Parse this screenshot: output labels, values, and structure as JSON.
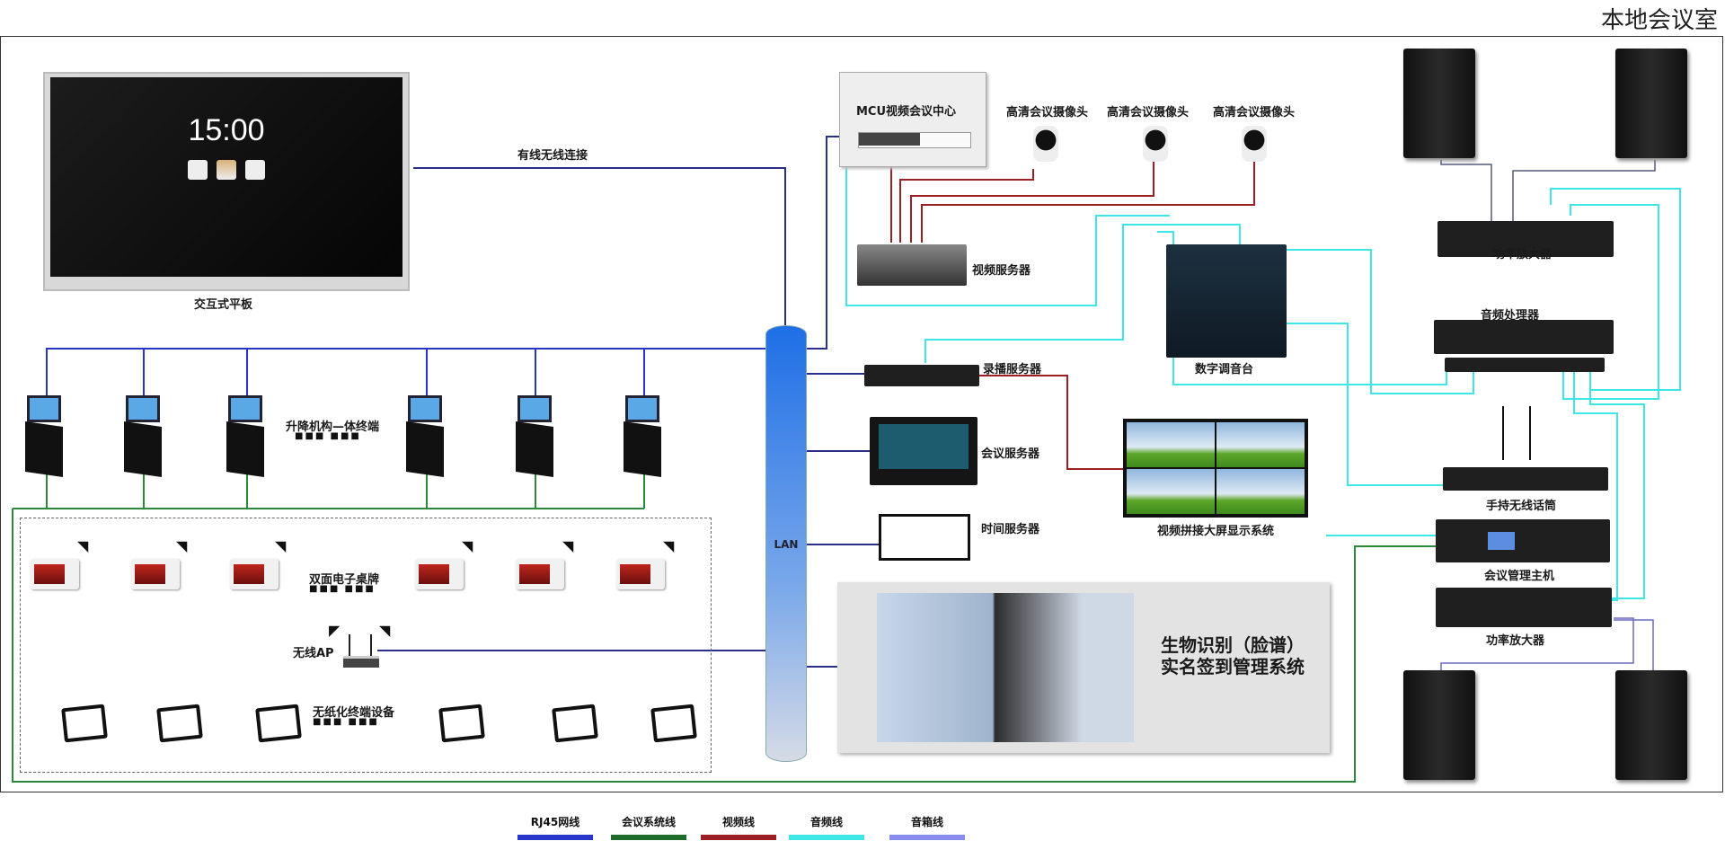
{
  "title": "本地会议室",
  "tv": {
    "clock": "15:00",
    "label": "交互式平板"
  },
  "wire_labels": {
    "tv_link": "有线无线连接"
  },
  "left": {
    "lift_label": "升降机构—体终端",
    "nameplate_label": "双面电子桌牌",
    "ap_label": "无线AP",
    "tablet_label": "无纸化终端设备"
  },
  "center": {
    "lan": "LAN",
    "mcu_label": "MCU视频会议中心",
    "cameras": [
      "高清会议摄像头",
      "高清会议摄像头",
      "高清会议摄像头"
    ],
    "video_server": "视频服务器",
    "mixer": "数字调音台",
    "record_server": "录播服务器",
    "conf_server": "会议服务器",
    "display_wall": "视频拼接大屏显示系统",
    "time_server": "时间服务器",
    "biometric": [
      "生物识别（脸谱）",
      "实名签到管理系统"
    ]
  },
  "right": {
    "amp_top": "功率放大器",
    "processor": "音频处理器",
    "wireless_mic": "手持无线话筒",
    "host": "会议管理主机",
    "amp_bottom": "功率放大器"
  },
  "legend": [
    {
      "label": "RJ45网线",
      "color": "#2a34c8"
    },
    {
      "label": "会议系统线",
      "color": "#1f6b2a"
    },
    {
      "label": "视频线",
      "color": "#9c1f25"
    },
    {
      "label": "音频线",
      "color": "#3ee6e6"
    },
    {
      "label": "音箱线",
      "color": "#8a8cf0"
    }
  ]
}
